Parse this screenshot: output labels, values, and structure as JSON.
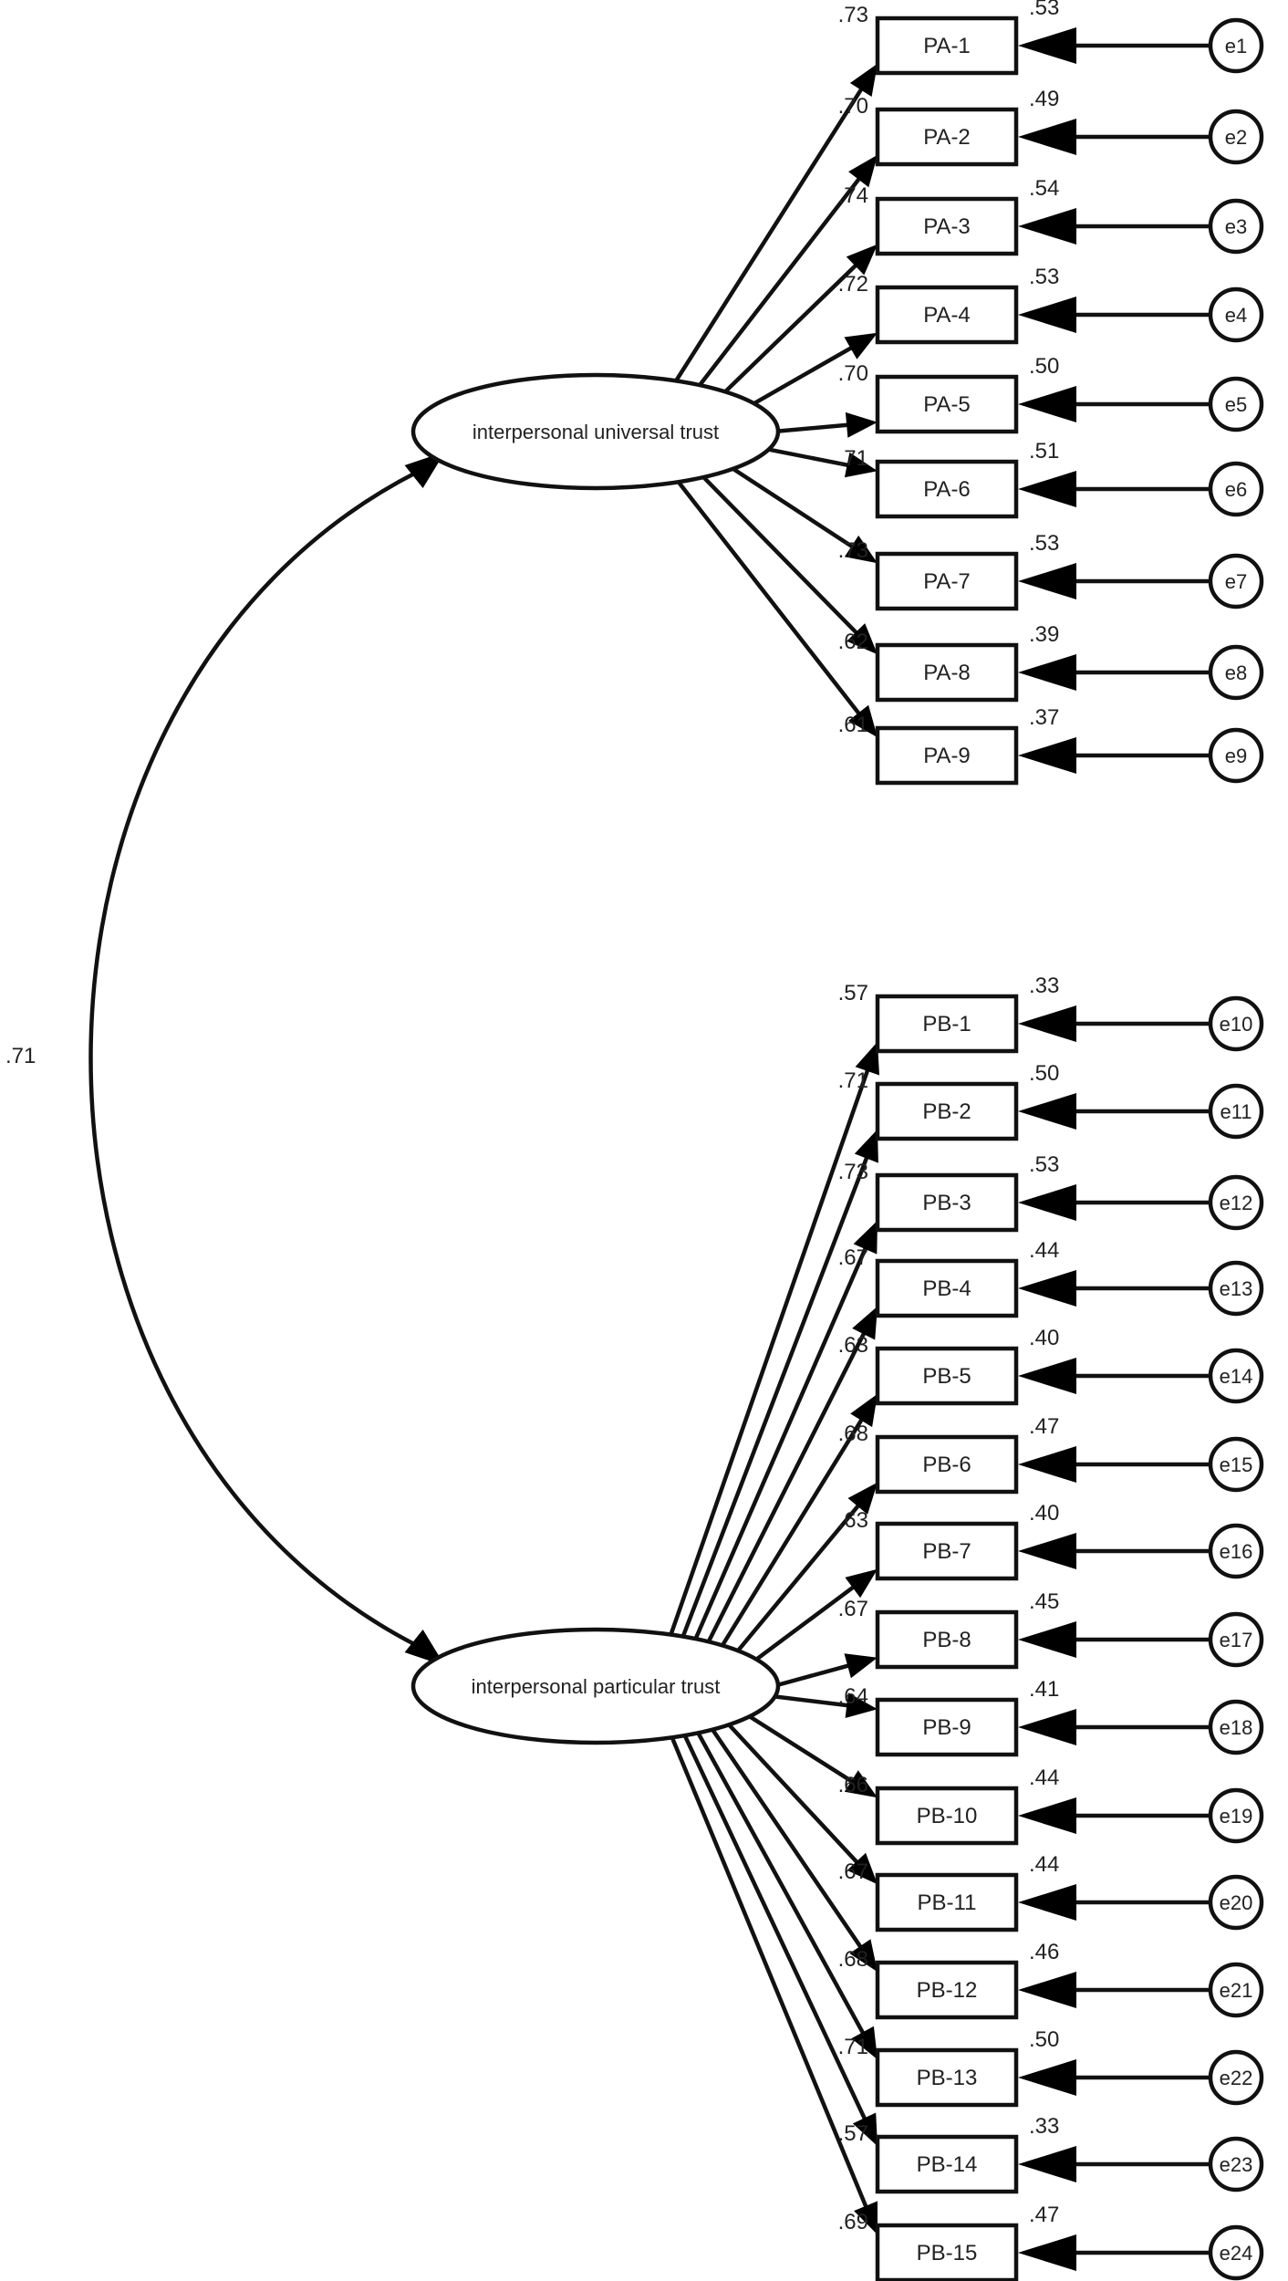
{
  "latents": [
    {
      "id": "universal",
      "label": "interpersonal universal trust"
    },
    {
      "id": "particular",
      "label": "interpersonal particular trust"
    }
  ],
  "covariance": {
    "label": ".71"
  },
  "indicators_a": [
    {
      "label": "PA-1",
      "loading": ".73",
      "r2": ".53",
      "error": "e1"
    },
    {
      "label": "PA-2",
      "loading": ".70",
      "r2": ".49",
      "error": "e2"
    },
    {
      "label": "PA-3",
      "loading": ".74",
      "r2": ".54",
      "error": "e3"
    },
    {
      "label": "PA-4",
      "loading": ".72",
      "r2": ".53",
      "error": "e4"
    },
    {
      "label": "PA-5",
      "loading": ".70",
      "r2": ".50",
      "error": "e5"
    },
    {
      "label": "PA-6",
      "loading": ".71",
      "r2": ".51",
      "error": "e6"
    },
    {
      "label": "PA-7",
      "loading": ".73",
      "r2": ".53",
      "error": "e7"
    },
    {
      "label": "PA-8",
      "loading": ".62",
      "r2": ".39",
      "error": "e8"
    },
    {
      "label": "PA-9",
      "loading": ".61",
      "r2": ".37",
      "error": "e9"
    }
  ],
  "indicators_b": [
    {
      "label": "PB-1",
      "loading": ".57",
      "r2": ".33",
      "error": "e10"
    },
    {
      "label": "PB-2",
      "loading": ".71",
      "r2": ".50",
      "error": "e11"
    },
    {
      "label": "PB-3",
      "loading": ".73",
      "r2": ".53",
      "error": "e12"
    },
    {
      "label": "PB-4",
      "loading": ".67",
      "r2": ".44",
      "error": "e13"
    },
    {
      "label": "PB-5",
      "loading": ".63",
      "r2": ".40",
      "error": "e14"
    },
    {
      "label": "PB-6",
      "loading": ".68",
      "r2": ".47",
      "error": "e15"
    },
    {
      "label": "PB-7",
      "loading": ".63",
      "r2": ".40",
      "error": "e16"
    },
    {
      "label": "PB-8",
      "loading": ".67",
      "r2": ".45",
      "error": "e17"
    },
    {
      "label": "PB-9",
      "loading": ".64",
      "r2": ".41",
      "error": "e18"
    },
    {
      "label": "PB-10",
      "loading": ".66",
      "r2": ".44",
      "error": "e19"
    },
    {
      "label": "PB-11",
      "loading": ".67",
      "r2": ".44",
      "error": "e20"
    },
    {
      "label": "PB-12",
      "loading": ".68",
      "r2": ".46",
      "error": "e21"
    },
    {
      "label": "PB-13",
      "loading": ".71",
      "r2": ".50",
      "error": "e22"
    },
    {
      "label": "PB-14",
      "loading": ".57",
      "r2": ".33",
      "error": "e23"
    },
    {
      "label": "PB-15",
      "loading": ".69",
      "r2": ".47",
      "error": "e24"
    }
  ]
}
